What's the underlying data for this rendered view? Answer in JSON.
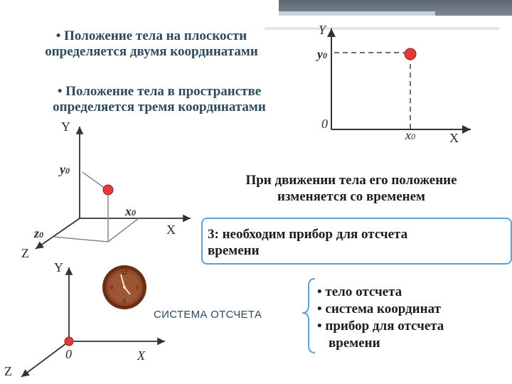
{
  "bullets": {
    "plane": [
      "• Положение тела на плоскости",
      "определяется двумя координатами"
    ],
    "space": [
      "• Положение тела в пространстве",
      "определяется тремя координатами"
    ]
  },
  "plot2d": {
    "y_axis": "Y",
    "x_axis": "X",
    "origin": "0",
    "y0": "y",
    "y0_sub": "0",
    "x0": "x",
    "x0_sub": "0"
  },
  "plot3d": {
    "y_axis": "Y",
    "x_axis": "X",
    "z_axis": "Z",
    "y0": "y",
    "y0_sub": "0",
    "x0": "x",
    "x0_sub": "0",
    "z0": "z",
    "z0_sub": "0"
  },
  "plot_bottom": {
    "y_axis": "Y",
    "x_axis": "X",
    "z_axis": "Z",
    "origin": "0"
  },
  "motion_text": [
    "При движении тела его положение",
    "изменяется со временем"
  ],
  "box_text": [
    "3: необходим прибор для отсчета",
    "времени"
  ],
  "system_label": "СИСТЕМА ОТСЧЕТА",
  "system_items": [
    "• тело отсчета",
    "• система координат",
    "• прибор для отсчета",
    "времени"
  ],
  "colors": {
    "point": "#e23a3a",
    "frame": "#5ea3d0",
    "clock_rim": "#6b2e12",
    "clock_face": "#8e4a2a"
  },
  "icons": [
    "clock-icon"
  ]
}
